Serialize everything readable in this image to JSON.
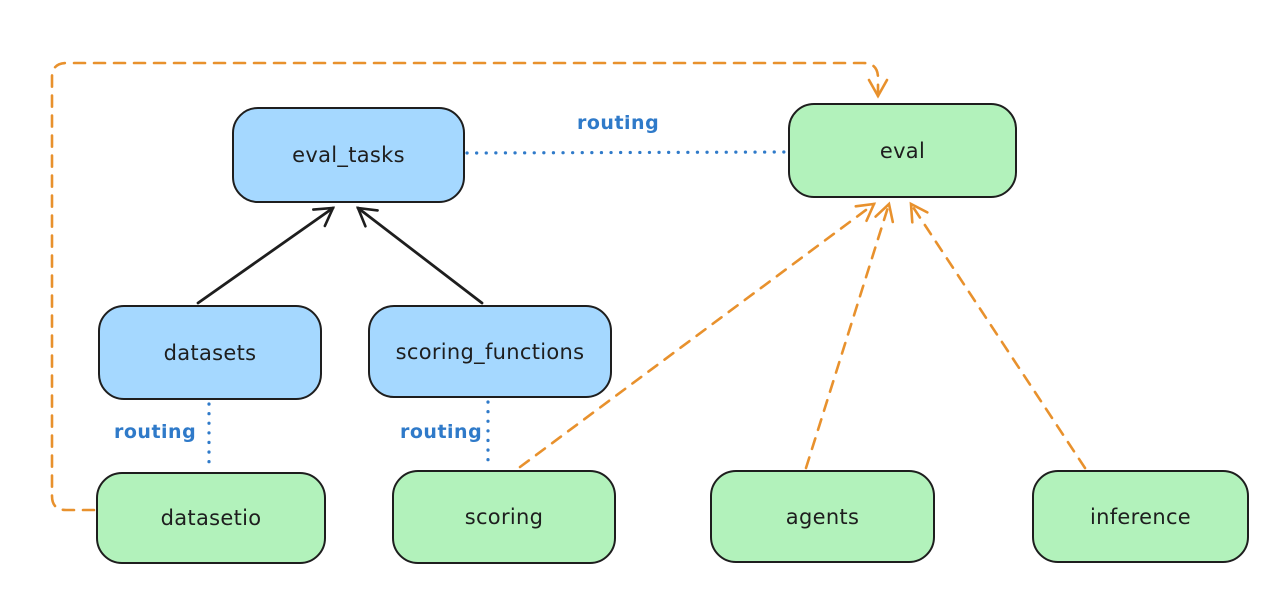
{
  "nodes": {
    "eval_tasks": {
      "label": "eval_tasks",
      "fill": "#a5d8ff"
    },
    "eval": {
      "label": "eval",
      "fill": "#b2f2bb"
    },
    "datasets": {
      "label": "datasets",
      "fill": "#a5d8ff"
    },
    "scoring_functions": {
      "label": "scoring_functions",
      "fill": "#a5d8ff"
    },
    "datasetio": {
      "label": "datasetio",
      "fill": "#b2f2bb"
    },
    "scoring": {
      "label": "scoring",
      "fill": "#b2f2bb"
    },
    "agents": {
      "label": "agents",
      "fill": "#b2f2bb"
    },
    "inference": {
      "label": "inference",
      "fill": "#b2f2bb"
    }
  },
  "edges": [
    {
      "from": "datasets",
      "to": "eval_tasks",
      "style": "solid-arrow",
      "color": "#1e1e1e"
    },
    {
      "from": "scoring_functions",
      "to": "eval_tasks",
      "style": "solid-arrow",
      "color": "#1e1e1e"
    },
    {
      "from": "eval_tasks",
      "to": "eval",
      "style": "dotted",
      "color": "#2f7ac9",
      "label": "routing"
    },
    {
      "from": "datasets",
      "to": "datasetio",
      "style": "dotted",
      "color": "#2f7ac9",
      "label": "routing"
    },
    {
      "from": "scoring_functions",
      "to": "scoring",
      "style": "dotted",
      "color": "#2f7ac9",
      "label": "routing"
    },
    {
      "from": "datasetio",
      "to": "eval",
      "style": "dashed-arrow",
      "color": "#e8912d"
    },
    {
      "from": "scoring",
      "to": "eval",
      "style": "dashed-arrow",
      "color": "#e8912d"
    },
    {
      "from": "agents",
      "to": "eval",
      "style": "dashed-arrow",
      "color": "#e8912d"
    },
    {
      "from": "inference",
      "to": "eval",
      "style": "dashed-arrow",
      "color": "#e8912d"
    }
  ],
  "colors": {
    "background": "#ffffff",
    "node_stroke": "#1e1e1e",
    "registry_fill_blue": "#a5d8ff",
    "provider_fill_green": "#b2f2bb",
    "routing_blue": "#2f7ac9",
    "dashed_orange": "#e8912d"
  }
}
